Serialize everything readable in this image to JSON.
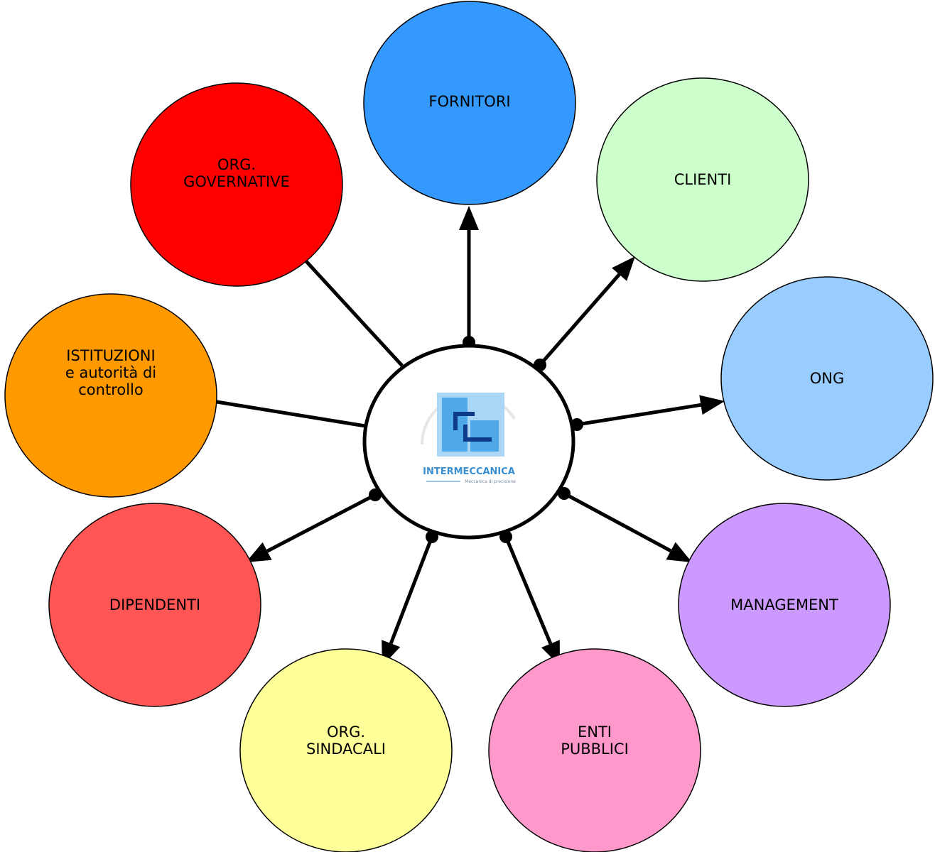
{
  "diagram": {
    "center": {
      "logo_name": "INTERMECCANICA",
      "logo_tagline": "Meccanica di precisione"
    },
    "nodes": {
      "fornitori": {
        "lines": [
          "FORNITORI"
        ],
        "color": "#3399ff"
      },
      "clienti": {
        "lines": [
          "CLIENTI"
        ],
        "color": "#ccffcc"
      },
      "ong": {
        "lines": [
          "ONG"
        ],
        "color": "#99ccff"
      },
      "management": {
        "lines": [
          "MANAGEMENT"
        ],
        "color": "#cc99ff"
      },
      "enti": {
        "lines": [
          "ENTI",
          "PUBBLICI"
        ],
        "color": "#ff99cc"
      },
      "sindacali": {
        "lines": [
          "ORG.",
          "SINDACALI"
        ],
        "color": "#ffff99"
      },
      "dipendenti": {
        "lines": [
          "DIPENDENTI"
        ],
        "color": "#ff5555"
      },
      "istituzioni": {
        "lines": [
          "ISTITUZIONI",
          "e autorità di",
          "controllo"
        ],
        "color": "#ff9900"
      },
      "governative": {
        "lines": [
          "ORG.",
          "GOVERNATIVE"
        ],
        "color": "#ff0000"
      }
    },
    "connections": [
      {
        "to": "fornitori",
        "arrow": true
      },
      {
        "to": "clienti",
        "arrow": true
      },
      {
        "to": "ong",
        "arrow": true
      },
      {
        "to": "management",
        "arrow": true
      },
      {
        "to": "enti",
        "arrow": true
      },
      {
        "to": "sindacali",
        "arrow": true
      },
      {
        "to": "dipendenti",
        "arrow": true
      },
      {
        "to": "istituzioni",
        "arrow": false
      },
      {
        "to": "governative",
        "arrow": false
      }
    ]
  }
}
